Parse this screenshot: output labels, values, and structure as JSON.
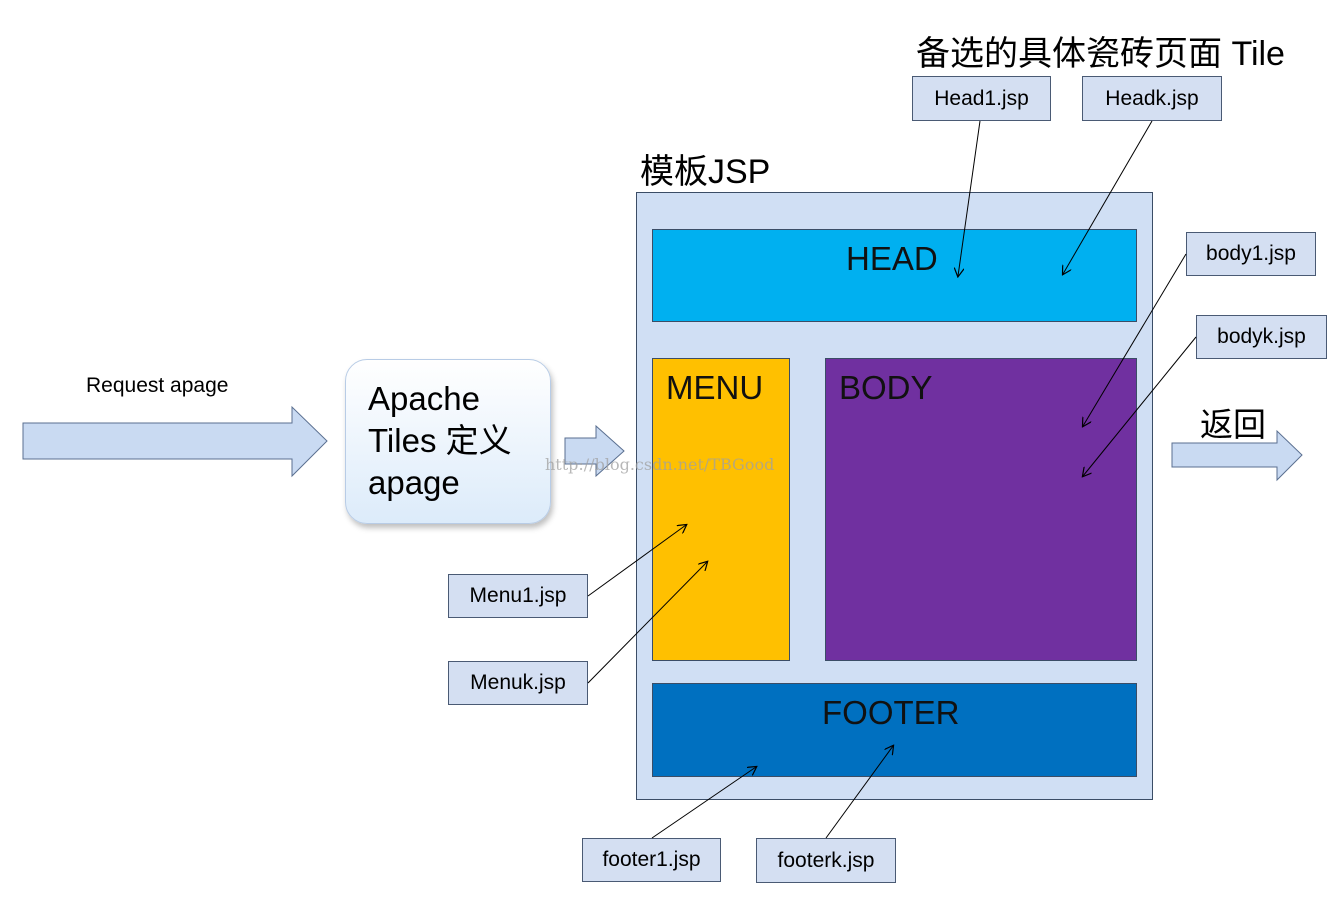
{
  "title_alt_tiles": "备选的具体瓷砖页面 Tile",
  "template_title": "模板JSP",
  "request_label": "Request  apage",
  "return_label": "返回",
  "tiles_box": {
    "line1": "Apache",
    "line2": "Tiles 定义",
    "line3": "apage"
  },
  "regions": {
    "head": "HEAD",
    "menu": "MENU",
    "body": "BODY",
    "footer": "FOOTER"
  },
  "files": {
    "head1": "Head1.jsp",
    "headk": "Headk.jsp",
    "body1": "body1.jsp",
    "bodyk": "bodyk.jsp",
    "menu1": "Menu1.jsp",
    "menuk": "Menuk.jsp",
    "footer1": "footer1.jsp",
    "footerk": "footerk.jsp"
  },
  "watermark": "http://blog.csdn.net/TBGood",
  "colors": {
    "frame": "#d0dff4",
    "head": "#00b0f0",
    "menu": "#ffc000",
    "body": "#7030a0",
    "footer": "#0070c0",
    "arrow_fill": "#c9daf2"
  }
}
